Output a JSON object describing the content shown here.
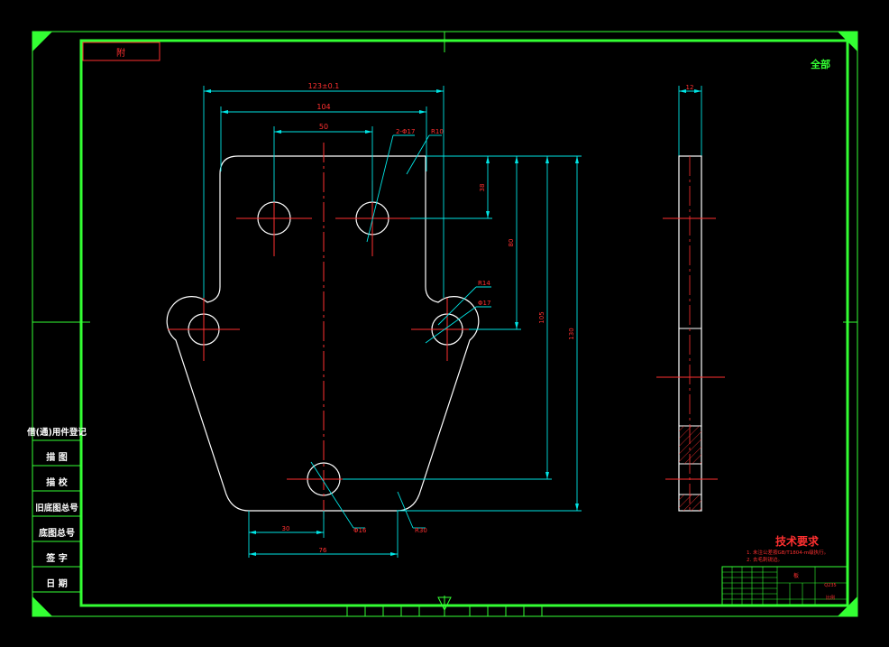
{
  "drawing": {
    "corner_stamp": "附",
    "roughness_note": "全部",
    "tech_requirements": {
      "title": "技术要求",
      "items": [
        "1. 未注公差按GB/T1804-m级执行。",
        "2. 去毛刺锐边。"
      ]
    },
    "side_panel": [
      "借(通)用件登记",
      "描 图",
      "描 校",
      "旧底图总号",
      "底图总号",
      "签 字",
      "日 期"
    ],
    "dimensions": {
      "overall_width": "123±0.1",
      "hole_span_outer": "104",
      "hole_span_inner": "50",
      "holes_note": "2-Φ17",
      "corner_radius_top": "R10",
      "v_dim_1": "38",
      "v_dim_2": "80",
      "v_dim_3": "105",
      "v_dim_4": "130",
      "radius_mid": "R14",
      "hole_mid": "Φ17",
      "bottom_left": "30",
      "bottom_total": "76",
      "bottom_hole": "Φ16",
      "radius_bottom": "R30",
      "thickness": "12"
    },
    "title_block": {
      "name_cell": "板",
      "material_cell": "Q235",
      "scale_cell": "比例"
    }
  },
  "colors": {
    "frame": "#33ff33",
    "outline": "#ffffff",
    "dimension": "#00e5e5",
    "centerline": "#ff3030",
    "text": "#ff3030"
  }
}
